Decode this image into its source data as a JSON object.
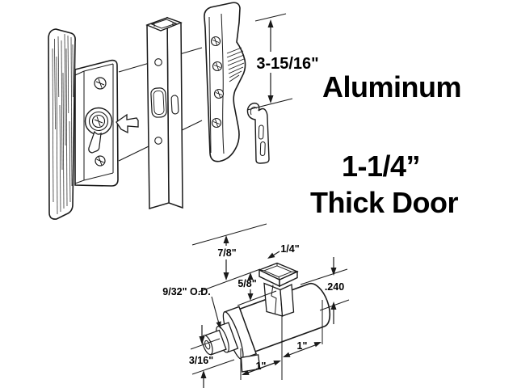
{
  "page": {
    "background": "#ffffff",
    "line_color": "#1a1a1a",
    "text_color": "#000000"
  },
  "callouts": {
    "material": "Aluminum",
    "thickness_line1": "1-1/4”",
    "thickness_line2": "Thick Door"
  },
  "exploded_view": {
    "overall_height": "3-15/16\""
  },
  "latch_detail": {
    "dims": {
      "height_7_8": "7/8\"",
      "width_1_4": "1/4\"",
      "depth_5_8": "5/8\"",
      "spindle_od": "9/32\" O.D.",
      "thickness_240": ".240",
      "tip_3_16": "3/16\"",
      "length_right": "1\"",
      "length_left": "1\""
    }
  }
}
